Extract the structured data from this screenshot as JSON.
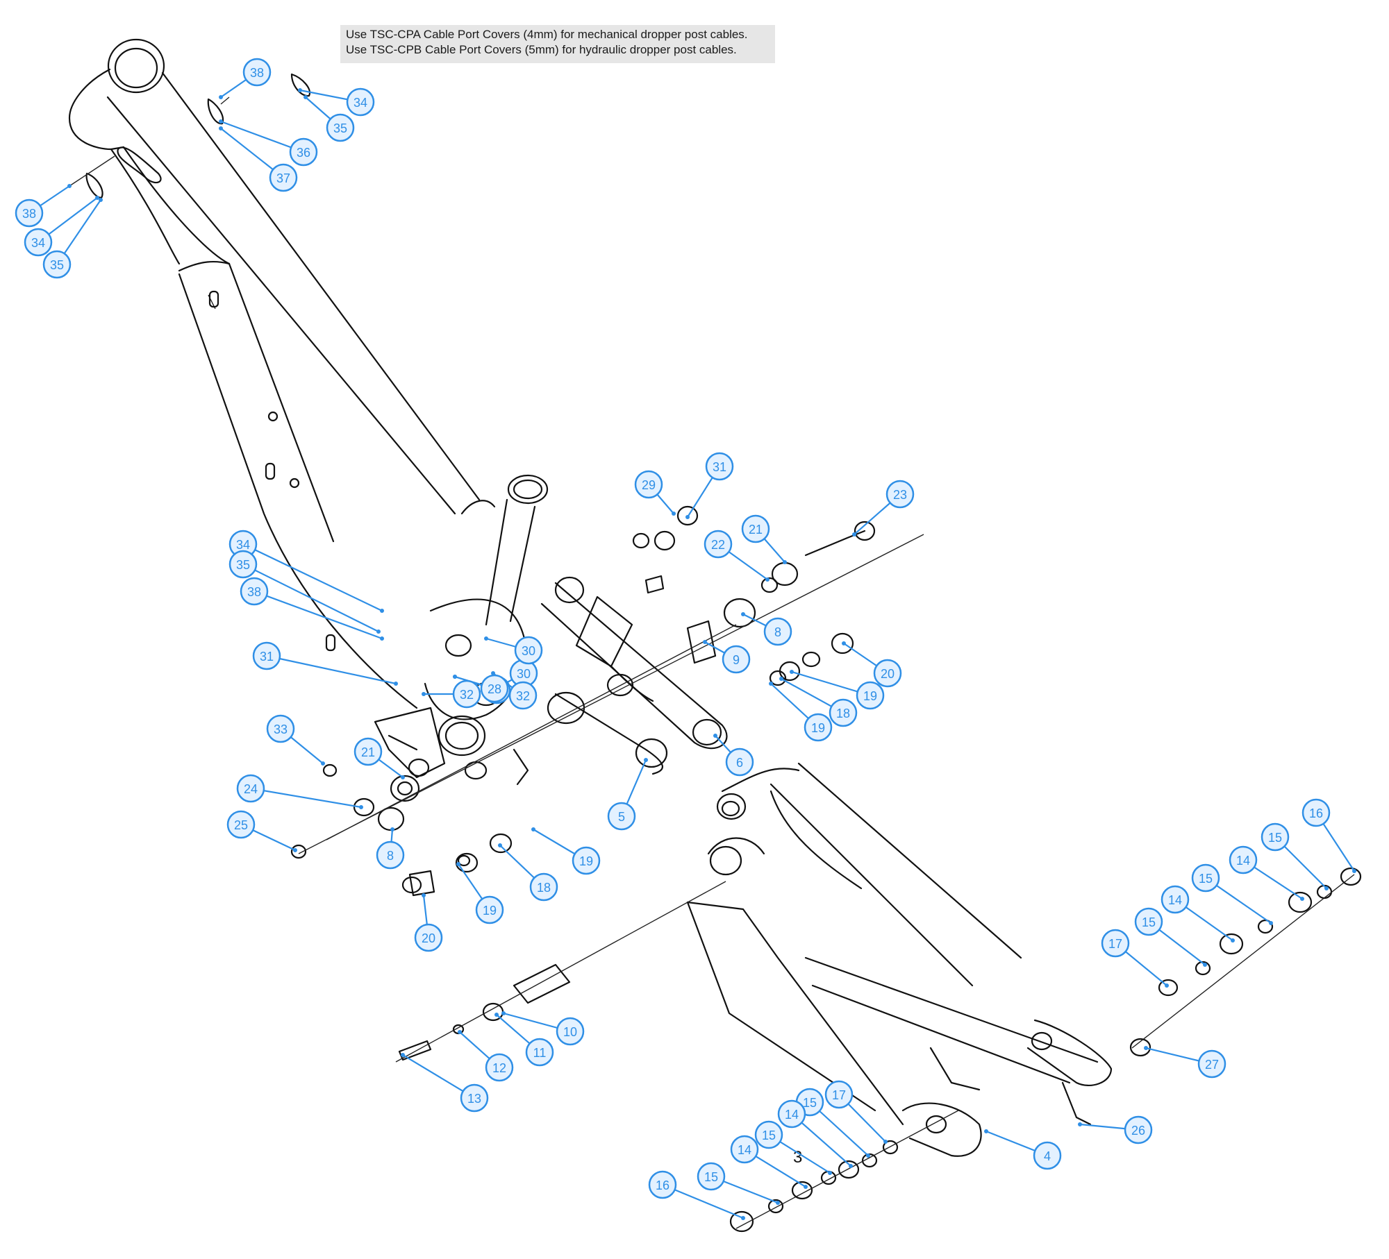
{
  "note": {
    "line1": "Use TSC-CPA Cable Port Covers (4mm) for mechanical dropper post cables.",
    "line2": "Use TSC-CPB Cable Port Covers (5mm) for hydraulic dropper post cables."
  },
  "colors": {
    "callout": "#2f8fe6",
    "callout_fill": "#e3f1ff",
    "line": "#111111",
    "note_bg": "#e6e6e6"
  },
  "stray_label": "3",
  "callouts": [
    {
      "label": "38"
    },
    {
      "label": "34"
    },
    {
      "label": "35"
    },
    {
      "label": "36"
    },
    {
      "label": "37"
    },
    {
      "label": "38"
    },
    {
      "label": "34"
    },
    {
      "label": "35"
    },
    {
      "label": "34"
    },
    {
      "label": "35"
    },
    {
      "label": "38"
    },
    {
      "label": "31"
    },
    {
      "label": "33"
    },
    {
      "label": "21"
    },
    {
      "label": "24"
    },
    {
      "label": "25"
    },
    {
      "label": "8"
    },
    {
      "label": "20"
    },
    {
      "label": "19"
    },
    {
      "label": "18"
    },
    {
      "label": "19"
    },
    {
      "label": "5"
    },
    {
      "label": "28"
    },
    {
      "label": "30"
    },
    {
      "label": "32"
    },
    {
      "label": "32"
    },
    {
      "label": "30"
    },
    {
      "label": "28"
    },
    {
      "label": "29"
    },
    {
      "label": "31"
    },
    {
      "label": "22"
    },
    {
      "label": "21"
    },
    {
      "label": "23"
    },
    {
      "label": "8"
    },
    {
      "label": "9"
    },
    {
      "label": "20"
    },
    {
      "label": "19"
    },
    {
      "label": "18"
    },
    {
      "label": "19"
    },
    {
      "label": "6"
    },
    {
      "label": "10"
    },
    {
      "label": "11"
    },
    {
      "label": "12"
    },
    {
      "label": "13"
    },
    {
      "label": "16"
    },
    {
      "label": "15"
    },
    {
      "label": "14"
    },
    {
      "label": "15"
    },
    {
      "label": "14"
    },
    {
      "label": "15"
    },
    {
      "label": "17"
    },
    {
      "label": "27"
    },
    {
      "label": "26"
    },
    {
      "label": "4"
    },
    {
      "label": "17"
    },
    {
      "label": "15"
    },
    {
      "label": "14"
    },
    {
      "label": "15"
    },
    {
      "label": "14"
    },
    {
      "label": "15"
    },
    {
      "label": "16"
    }
  ]
}
